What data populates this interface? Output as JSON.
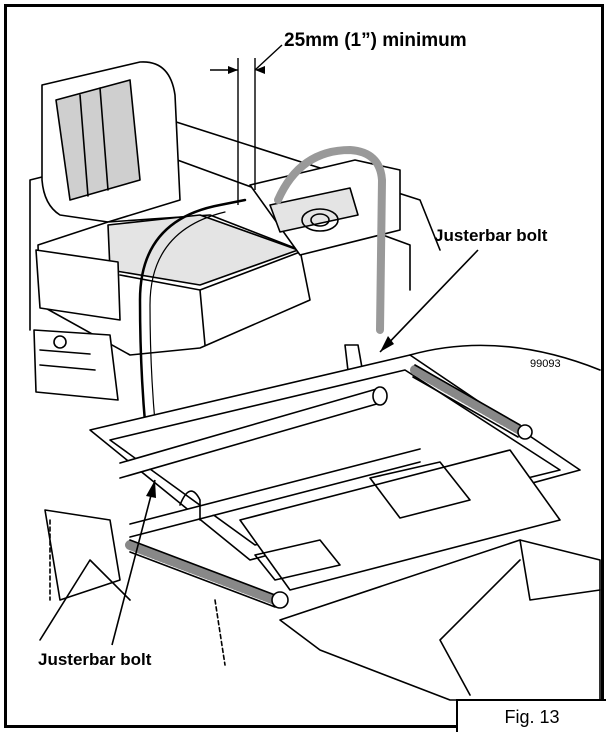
{
  "labels": {
    "clearance": "25mm (1”) minimum",
    "bolt_top": "Justerbar bolt",
    "bolt_bottom": "Justerbar bolt",
    "part_number": "99093",
    "figure": "Fig. 13"
  }
}
